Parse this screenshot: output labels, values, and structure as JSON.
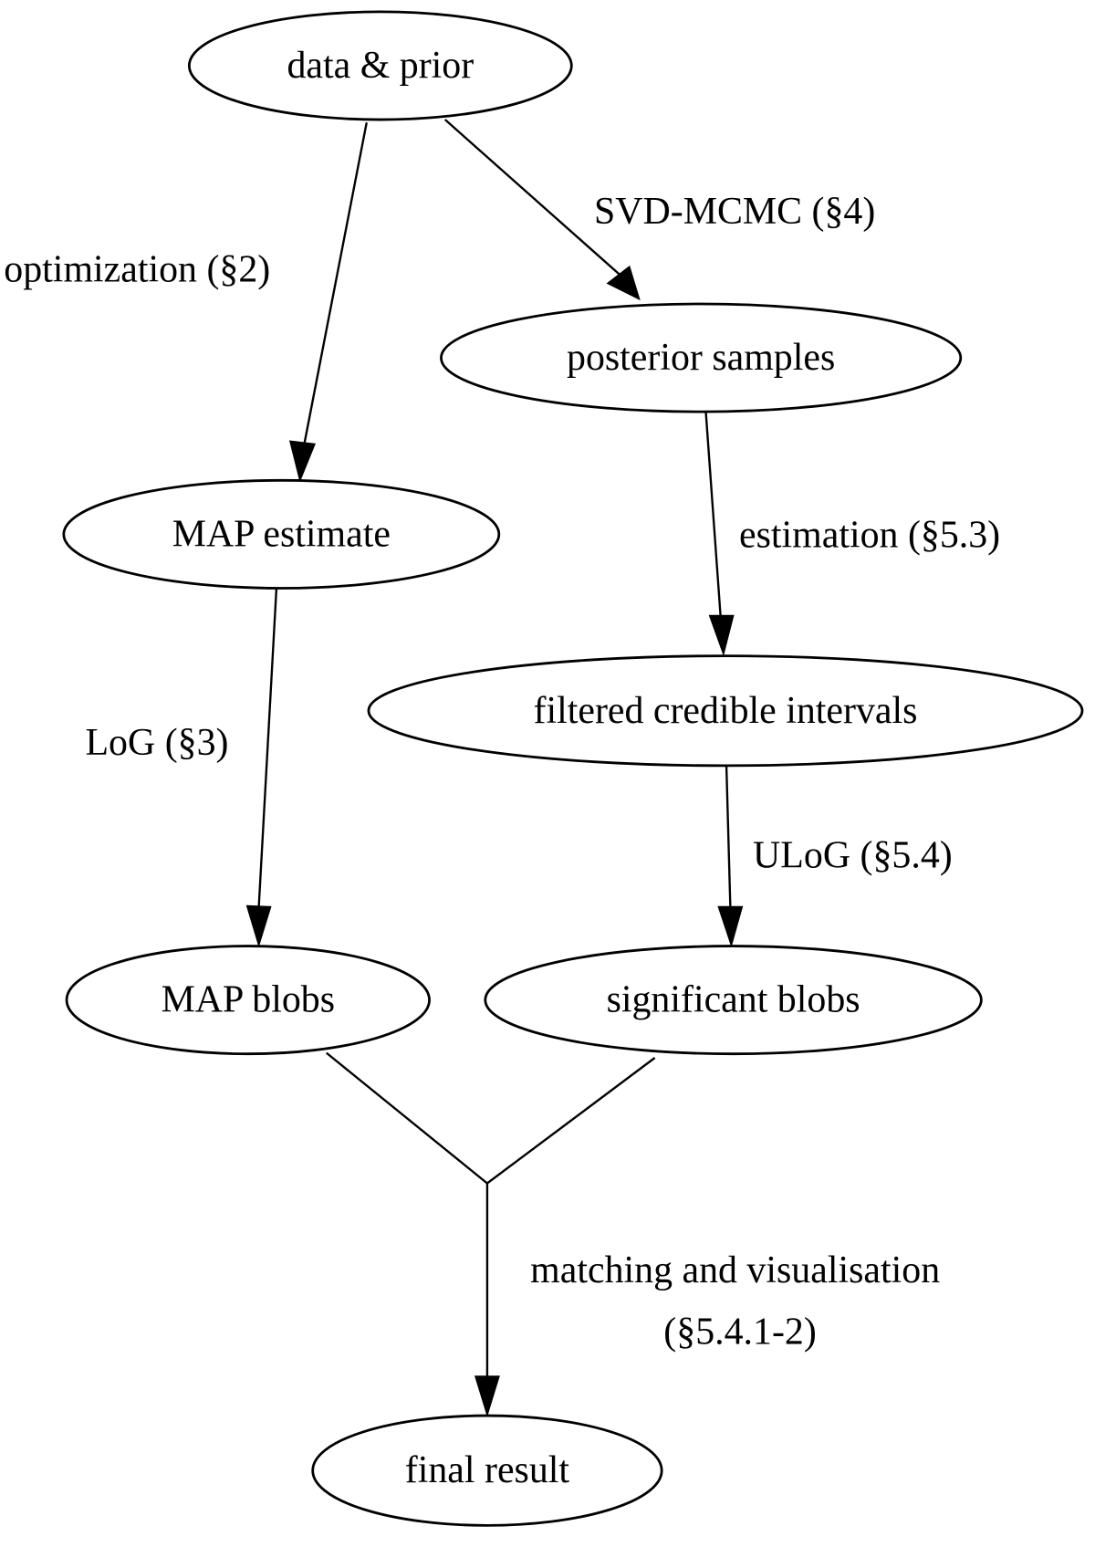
{
  "diagram": {
    "type": "flowchart",
    "nodes": {
      "data_prior": "data & prior",
      "posterior_samples": "posterior samples",
      "map_estimate": "MAP estimate",
      "filtered_credible_intervals": "filtered credible intervals",
      "map_blobs": "MAP blobs",
      "significant_blobs": "significant blobs",
      "final_result": "final result"
    },
    "edges": {
      "optimization": {
        "from": "data & prior",
        "to": "MAP estimate",
        "label": "optimization (§2)"
      },
      "svd_mcmc": {
        "from": "data & prior",
        "to": "posterior samples",
        "label": "SVD-MCMC (§4)"
      },
      "estimation": {
        "from": "posterior samples",
        "to": "filtered credible intervals",
        "label": "estimation (§5.3)"
      },
      "log": {
        "from": "MAP estimate",
        "to": "MAP blobs",
        "label": "LoG (§3)"
      },
      "ulog": {
        "from": "filtered credible intervals",
        "to": "significant blobs",
        "label": "ULoG (§5.4)"
      },
      "matching": {
        "from": [
          "MAP blobs",
          "significant blobs"
        ],
        "to": "final result",
        "label_line1": "matching and visualisation",
        "label_line2": "(§5.4.1-2)"
      }
    }
  }
}
